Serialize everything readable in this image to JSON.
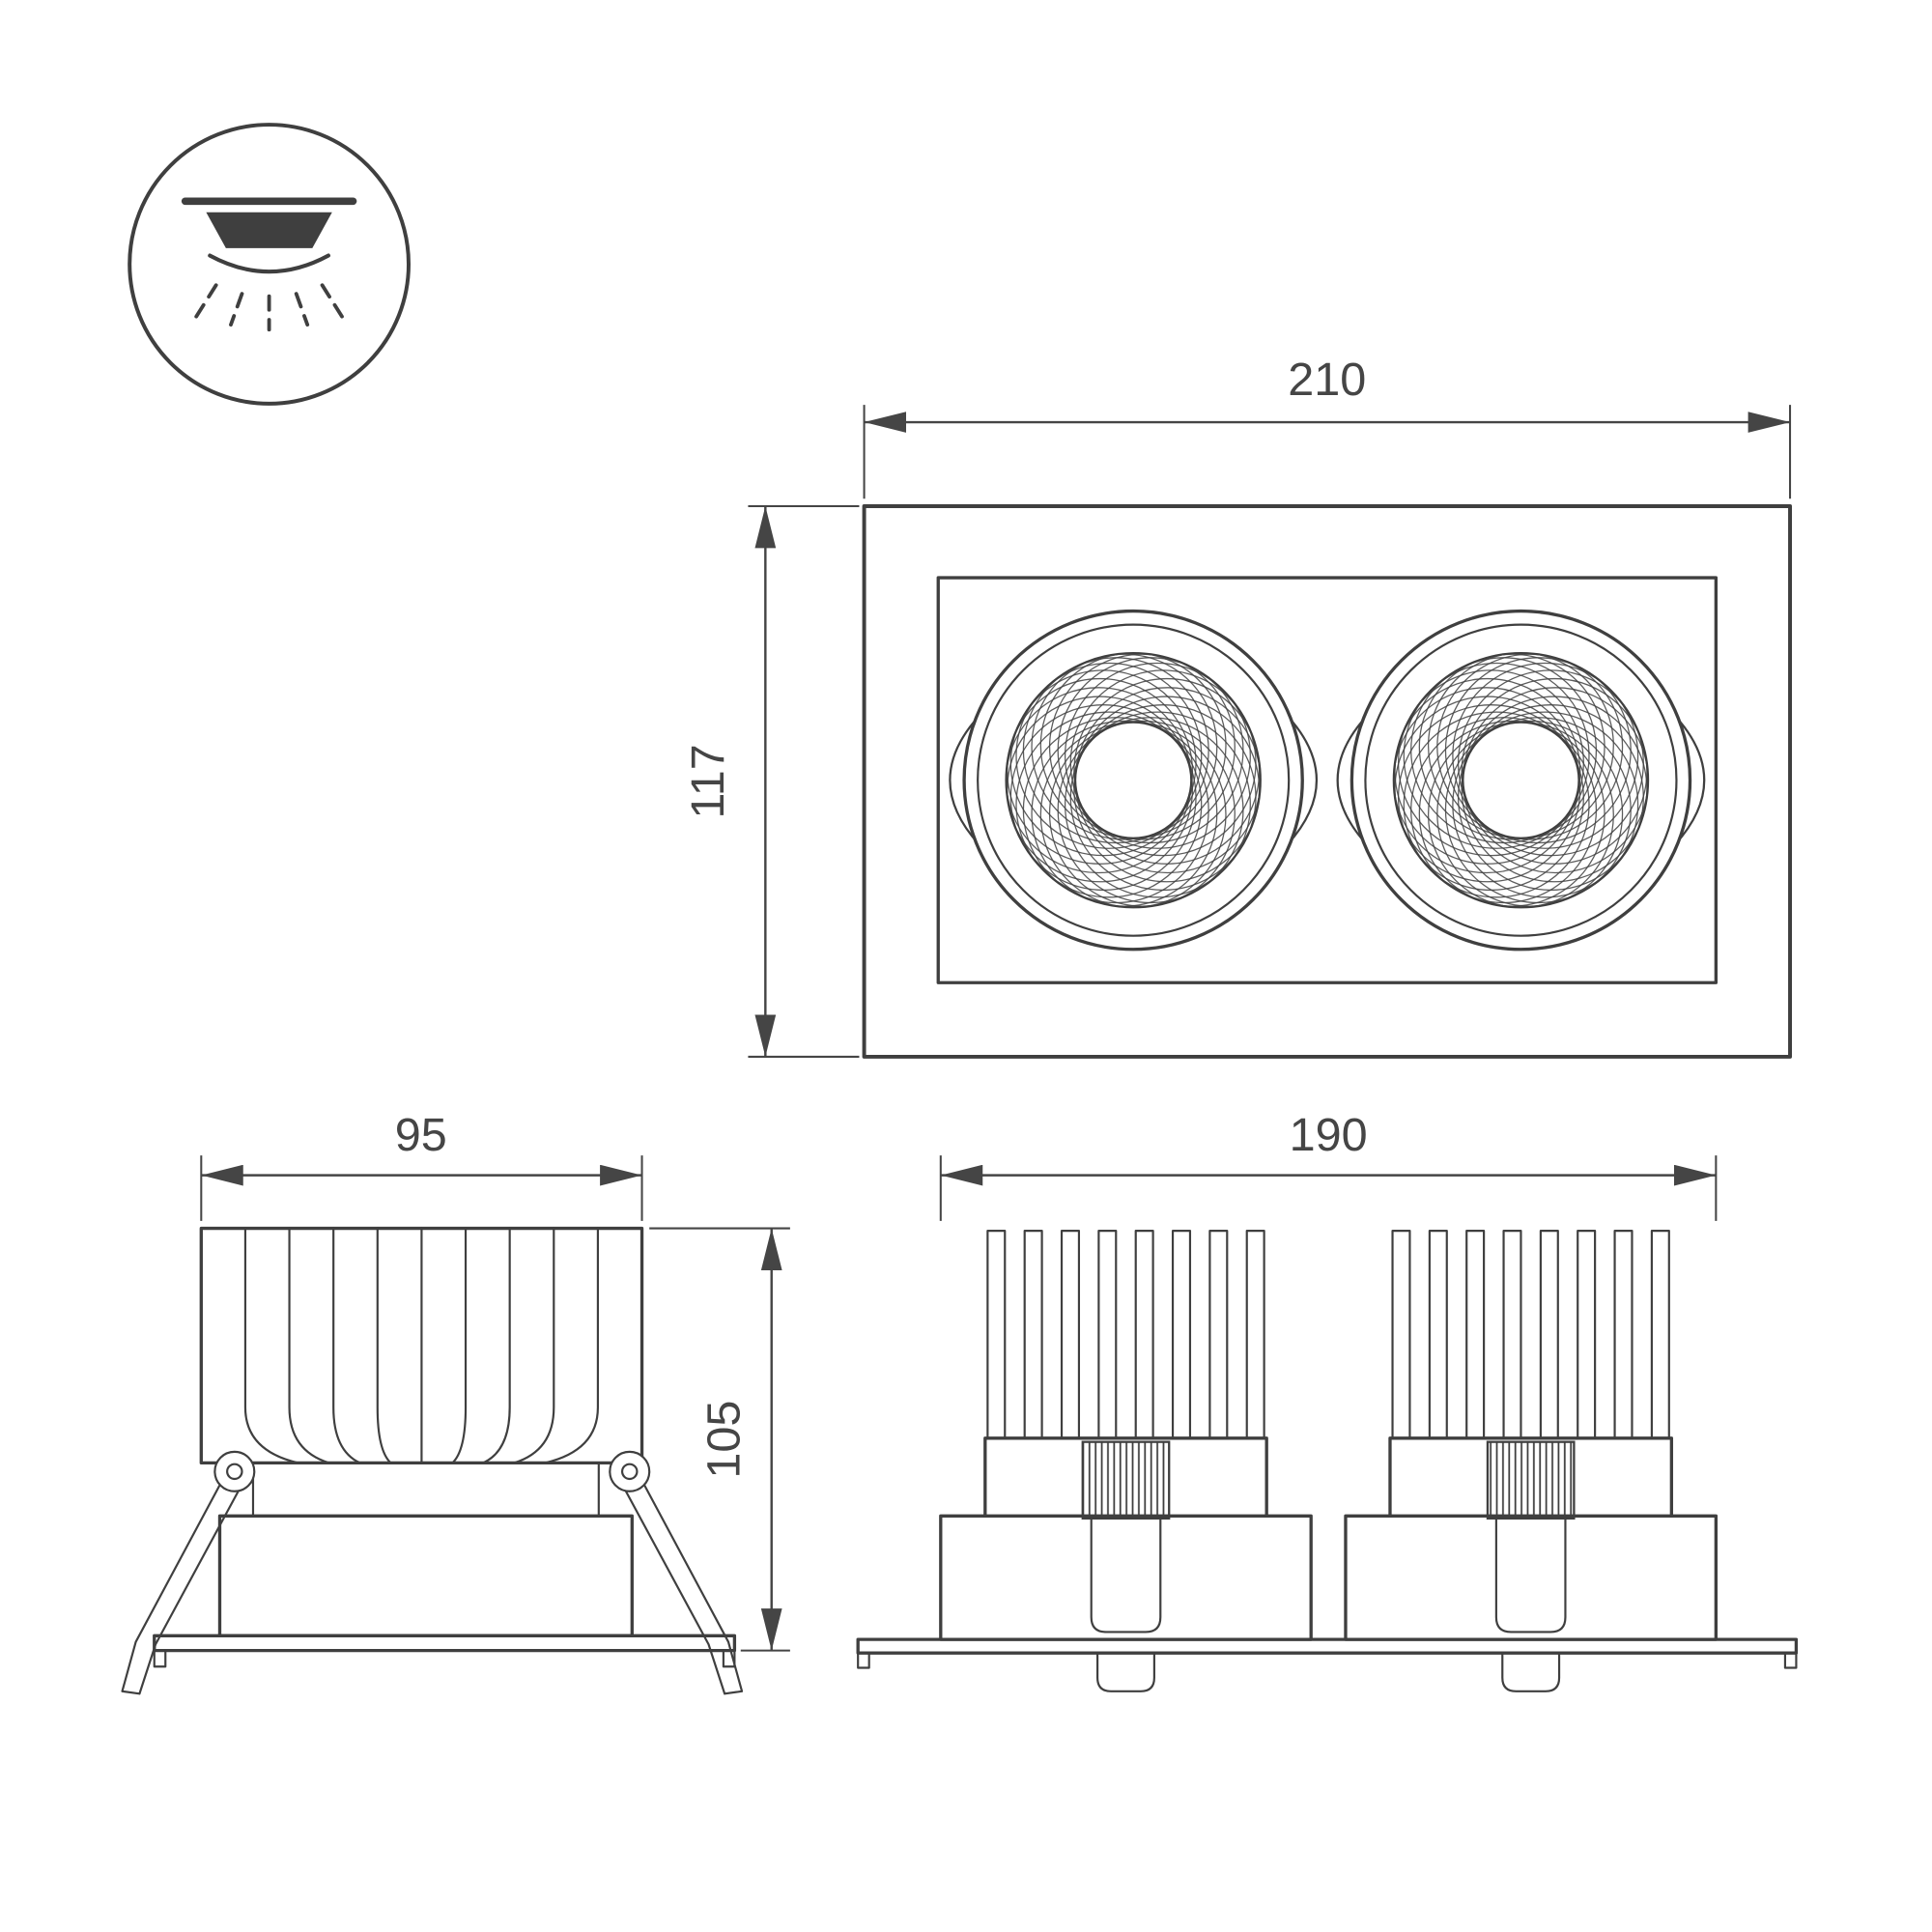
{
  "icon": {
    "name": "recessed-downlight-icon"
  },
  "dimensions": {
    "front_width": "210",
    "front_height": "117",
    "side_width": "95",
    "side_height": "105",
    "back_width": "190"
  },
  "colors": {
    "line": "#3f3f3f",
    "dim": "#454545",
    "background": "#ffffff"
  }
}
